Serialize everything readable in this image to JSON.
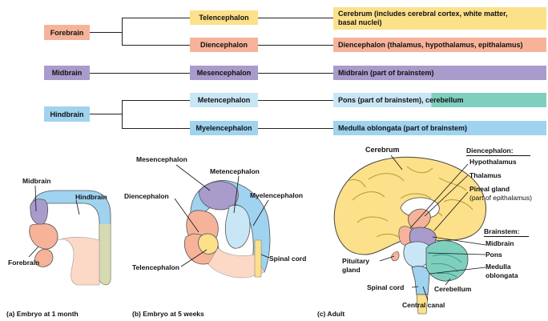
{
  "table": {
    "forebrain": "Forebrain",
    "midbrain": "Midbrain",
    "hindbrain": "Hindbrain",
    "telencephalon": "Telencephalon",
    "diencephalon": "Diencephalon",
    "mesencephalon": "Mesencephalon",
    "metencephalon": "Metencephalon",
    "myelencephalon": "Myelencephalon",
    "cerebrum_desc_1": "Cerebrum (includes cerebral cortex, white matter,",
    "cerebrum_desc_2": "basal nuclei)",
    "diencephalon_desc": "Diencephalon (thalamus, hypothalamus, epithalamus)",
    "midbrain_desc": "Midbrain (part of brainstem)",
    "pons_desc": "Pons (part of brainstem), cerebellum",
    "medulla_desc": "Medulla oblongata (part of brainstem)"
  },
  "embryo_1_month": {
    "midbrain": "Midbrain",
    "hindbrain": "Hindbrain",
    "forebrain": "Forebrain",
    "caption": "(a) Embryo at 1 month"
  },
  "embryo_5_weeks": {
    "mesencephalon": "Mesencephalon",
    "metencephalon": "Metencephalon",
    "diencephalon": "Diencephalon",
    "myelencephalon": "Myelencephalon",
    "spinal_cord": "Spinal cord",
    "telencephalon": "Telencephalon",
    "caption": "(b) Embryo at 5 weeks"
  },
  "adult": {
    "cerebrum": "Cerebrum",
    "diencephalon_heading": "Diencephalon:",
    "hypothalamus": "Hypothalamus",
    "thalamus": "Thalamus",
    "pineal_gland": "Pineal gland",
    "pineal_note": "(part of epithalamus)",
    "brainstem_heading": "Brainstem:",
    "midbrain": "Midbrain",
    "pons": "Pons",
    "medulla_1": "Medulla",
    "medulla_2": "oblongata",
    "pituitary_1": "Pituitary",
    "pituitary_2": "gland",
    "spinal_cord": "Spinal cord",
    "cerebellum": "Cerebellum",
    "central_canal": "Central canal",
    "caption": "(c) Adult"
  },
  "colors": {
    "forebrain": "#f6b39a",
    "telencephalon": "#fce08a",
    "diencephalon": "#f6b39a",
    "midbrain": "#a99bcb",
    "hindbrain": "#9fd3ef",
    "metencephalon": "#c9e6f6",
    "myelencephalon": "#9fd3ef",
    "cerebellum": "#7fcfbf"
  }
}
